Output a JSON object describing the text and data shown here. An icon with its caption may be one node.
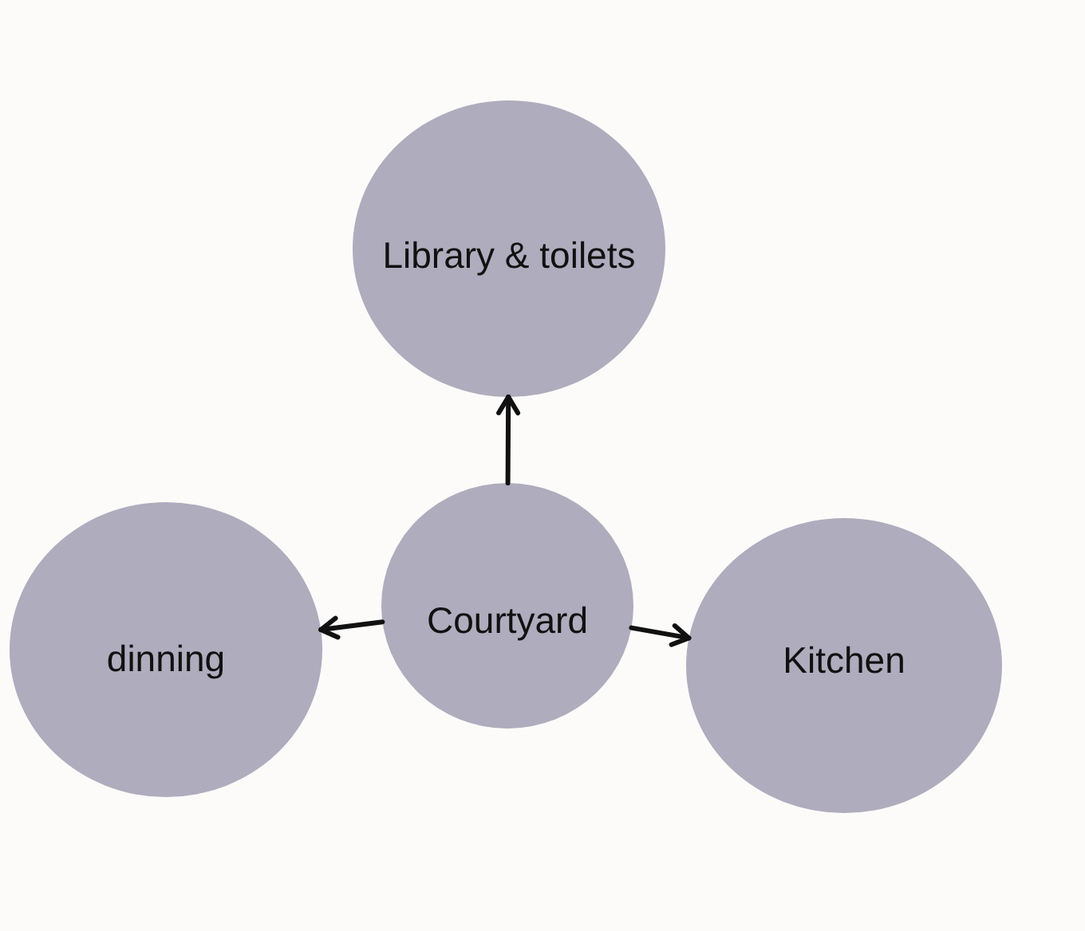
{
  "diagram": {
    "nodes": [
      {
        "text": [
          "Library & toilets"
        ]
      },
      {
        "text": [
          "dinning"
        ]
      },
      {
        "text": [
          "Courtyard"
        ]
      },
      {
        "text": [
          "Kitchen"
        ]
      }
    ],
    "edges": [
      {
        "from": 2,
        "to": 0,
        "arrow": "to"
      },
      {
        "from": 2,
        "to": 1,
        "arrow": "to"
      },
      {
        "from": 2,
        "to": 3,
        "arrow": "to"
      }
    ]
  }
}
